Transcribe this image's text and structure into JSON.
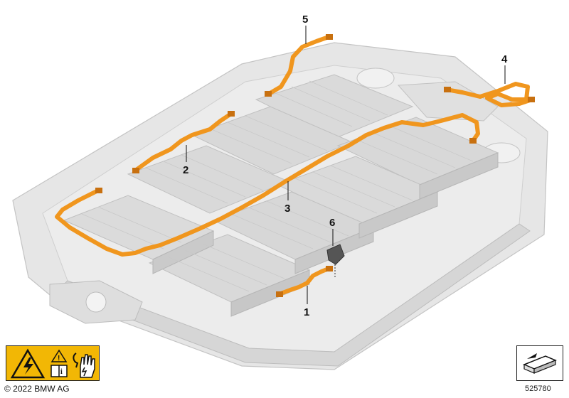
{
  "callouts": {
    "c1": "1",
    "c2": "2",
    "c3": "3",
    "c4": "4",
    "c5": "5",
    "c6": "6"
  },
  "footer": {
    "copyright": "© 2022 BMW AG",
    "part_number": "525780"
  },
  "colors": {
    "harness": "#f0961e",
    "harness_dark": "#c8700f",
    "tray": "#e4e4e4",
    "tray_edge": "#c9c9c9",
    "module": "#d9d9d9",
    "warning": "#f2b705"
  },
  "icons": {
    "warning_panel": [
      "high-voltage-warning-icon",
      "read-manual-icon",
      "electrical-glove-icon"
    ],
    "navigation": "view-direction-icon"
  }
}
